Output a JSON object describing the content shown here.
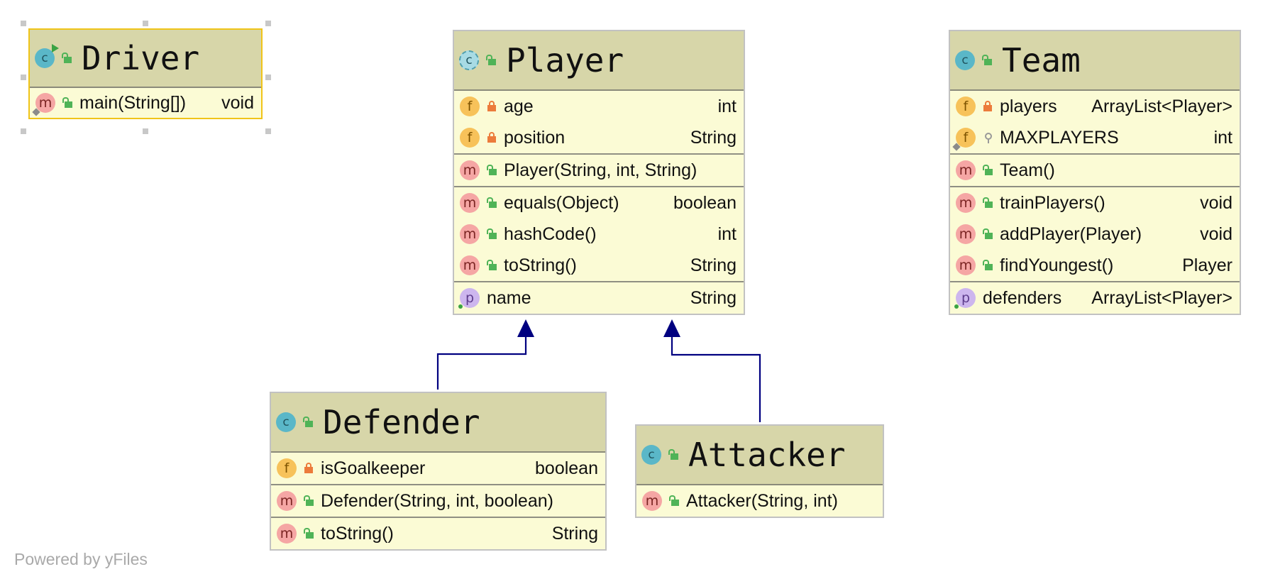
{
  "accent_colors": {
    "node_fill": "#fbfbd5",
    "header_fill": "#d7d6a9",
    "edge_color": "#000080",
    "selected_border": "#f0c419"
  },
  "classes": {
    "driver": {
      "name": "Driver",
      "icon": "class-icon-runnable",
      "sections": [
        [
          {
            "kind": "m",
            "vis": "public",
            "mark": "static",
            "name": "main(String[])",
            "type": "void"
          }
        ]
      ]
    },
    "player": {
      "name": "Player",
      "icon": "abstract-class-icon",
      "sections": [
        [
          {
            "kind": "f",
            "vis": "private",
            "name": "age",
            "type": "int"
          },
          {
            "kind": "f",
            "vis": "private",
            "name": "position",
            "type": "String"
          }
        ],
        [
          {
            "kind": "m",
            "vis": "public",
            "name": "Player(String, int, String)",
            "type": ""
          }
        ],
        [
          {
            "kind": "m",
            "vis": "public",
            "name": "equals(Object)",
            "type": "boolean"
          },
          {
            "kind": "m",
            "vis": "public",
            "name": "hashCode()",
            "type": "int"
          },
          {
            "kind": "m",
            "vis": "public",
            "name": "toString()",
            "type": "String"
          }
        ],
        [
          {
            "kind": "p",
            "vis": "none",
            "mark": "dot",
            "name": "name",
            "type": "String"
          }
        ]
      ]
    },
    "team": {
      "name": "Team",
      "icon": "class-icon",
      "sections": [
        [
          {
            "kind": "f",
            "vis": "private",
            "name": "players",
            "type": "ArrayList<Player>"
          },
          {
            "kind": "f",
            "vis": "key",
            "mark": "static",
            "name": "MAXPLAYERS",
            "type": "int"
          }
        ],
        [
          {
            "kind": "m",
            "vis": "public",
            "name": "Team()",
            "type": ""
          }
        ],
        [
          {
            "kind": "m",
            "vis": "public",
            "name": "trainPlayers()",
            "type": "void"
          },
          {
            "kind": "m",
            "vis": "public",
            "name": "addPlayer(Player)",
            "type": "void"
          },
          {
            "kind": "m",
            "vis": "public",
            "name": "findYoungest()",
            "type": "Player"
          }
        ],
        [
          {
            "kind": "p",
            "vis": "none",
            "mark": "dot",
            "name": "defenders",
            "type": "ArrayList<Player>"
          }
        ]
      ]
    },
    "defender": {
      "name": "Defender",
      "icon": "class-icon",
      "sections": [
        [
          {
            "kind": "f",
            "vis": "private",
            "name": "isGoalkeeper",
            "type": "boolean"
          }
        ],
        [
          {
            "kind": "m",
            "vis": "public",
            "name": "Defender(String, int, boolean)",
            "type": ""
          }
        ],
        [
          {
            "kind": "m",
            "vis": "public",
            "name": "toString()",
            "type": "String"
          }
        ]
      ]
    },
    "attacker": {
      "name": "Attacker",
      "icon": "class-icon",
      "sections": [
        [
          {
            "kind": "m",
            "vis": "public",
            "name": "Attacker(String, int)",
            "type": ""
          }
        ]
      ]
    }
  },
  "edges": [
    {
      "from": "defender",
      "to": "player",
      "kind": "inheritance"
    },
    {
      "from": "attacker",
      "to": "player",
      "kind": "inheritance"
    }
  ],
  "watermark": "Powered by yFiles"
}
